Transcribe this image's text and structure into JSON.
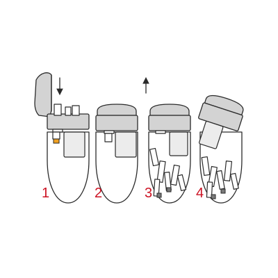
{
  "steps": [
    {
      "label": "1"
    },
    {
      "label": "2"
    },
    {
      "label": "3"
    },
    {
      "label": "4"
    }
  ],
  "colors": {
    "step_number": "#cc1122",
    "fill_gray": "#d3d3d3",
    "outline": "#2a2a2a",
    "accent_orange": "#f0a020"
  },
  "icons": [
    "arrow-down-icon",
    "arrow-up-icon"
  ]
}
